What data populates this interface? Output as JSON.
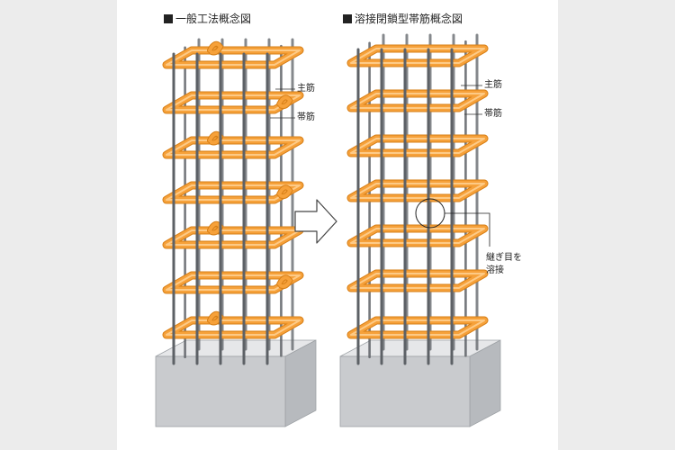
{
  "diagram": {
    "left": {
      "title": "一般工法概念図",
      "main_rebar_label": "主筋",
      "hoop_label": "帯筋"
    },
    "right": {
      "title": "溶接閉鎖型帯筋概念図",
      "main_rebar_label": "主筋",
      "hoop_label": "帯筋",
      "weld_note_line1": "継ぎ目を",
      "weld_note_line2": "溶接"
    },
    "colors": {
      "hoop": "#f6a13a",
      "hoop_highlight": "#ffd49a",
      "rebar": "#5d6166",
      "concrete_front": "#c9cbce",
      "concrete_top": "#e6e7e9",
      "concrete_side": "#b7babe"
    },
    "arrow_icon": "right-arrow-outline-icon"
  }
}
